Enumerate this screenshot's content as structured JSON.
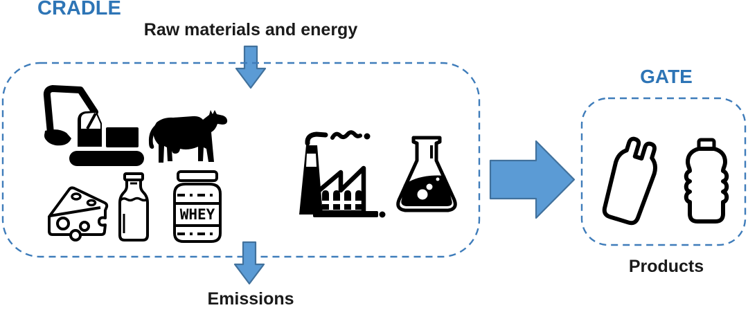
{
  "diagram": {
    "title_cradle": "CRADLE",
    "title_gate": "GATE",
    "input_label": "Raw materials and energy",
    "emissions_label": "Emissions",
    "products_label": "Products",
    "whey_jar_text": "WHEY",
    "cradle_box_icons": [
      "excavator",
      "cow",
      "cheese",
      "milk-bottle",
      "whey-jar",
      "factory",
      "erlenmeyer-flask"
    ],
    "gate_box_icons": [
      "plastic-bag",
      "plastic-bottle"
    ],
    "flows": [
      {
        "label": "Raw materials and energy",
        "direction": "down",
        "to": "cradle-box"
      },
      {
        "label": "Emissions",
        "direction": "down",
        "from": "cradle-box"
      },
      {
        "label": "",
        "direction": "right",
        "from": "cradle-box",
        "to": "gate-box"
      }
    ]
  },
  "colors": {
    "label_blue": "#2E75B6",
    "arrow_fill": "#5B9BD5",
    "arrow_stroke": "#41719C",
    "box_border_blue": "#3E7CBA",
    "text_black": "#1A1A1A",
    "icon_black": "#000000",
    "background": "#FFFFFF"
  }
}
